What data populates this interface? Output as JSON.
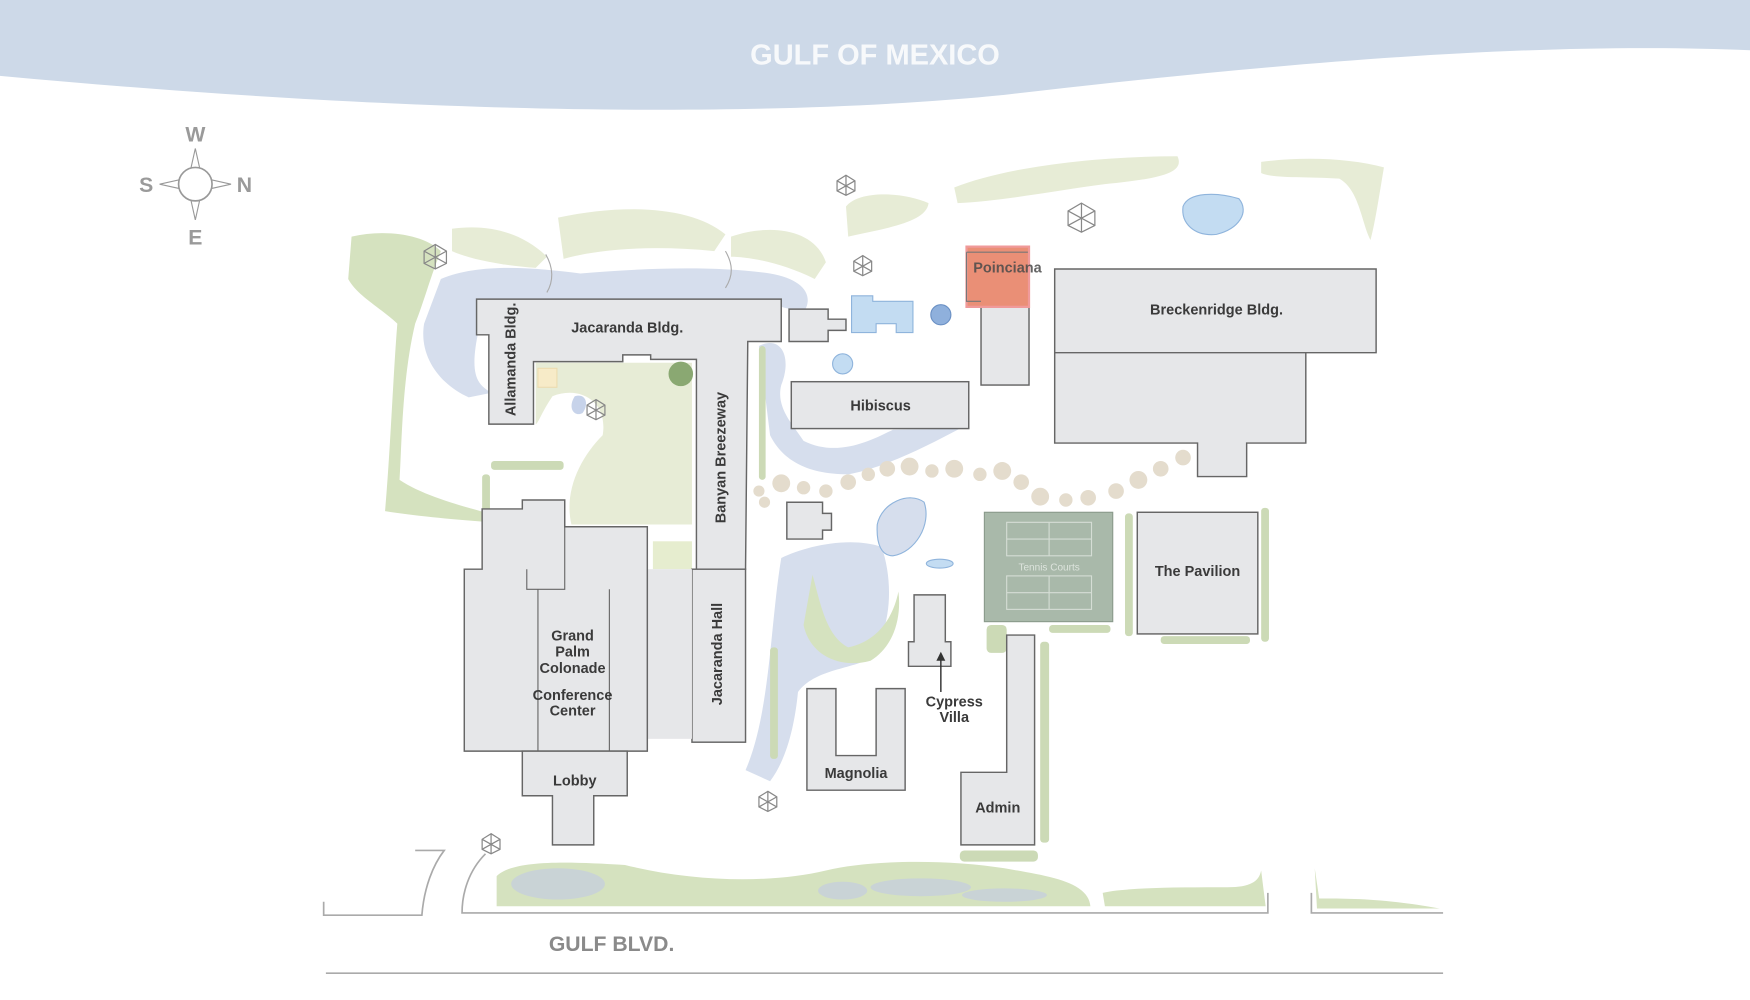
{
  "map": {
    "water_label": "GULF OF MEXICO",
    "road_label": "GULF BLVD.",
    "compass": {
      "top": "W",
      "left": "S",
      "right": "N",
      "bottom": "E"
    },
    "buildings": {
      "jacaranda_bldg": "Jacaranda Bldg.",
      "allamanda_bldg": "Allamanda Bldg.",
      "banyan_breezeway": "Banyan Breezeway",
      "jacaranda_hall": "Jacaranda Hall",
      "grand_palm_1": "Grand",
      "grand_palm_2": "Palm",
      "grand_palm_3": "Colonade",
      "conference_1": "Conference",
      "conference_2": "Center",
      "lobby": "Lobby",
      "hibiscus": "Hibiscus",
      "poinciana": "Poinciana",
      "breckenridge": "Breckenridge Bldg.",
      "pavilion": "The Pavilion",
      "tennis": "Tennis Courts",
      "cypress_1": "Cypress",
      "cypress_2": "Villa",
      "magnolia": "Magnolia",
      "admin": "Admin"
    },
    "colors": {
      "highlight": "#ea8f76",
      "water": "#cdd9e8",
      "building": "#e6e7e9",
      "tennis": "#a9b9aa"
    }
  }
}
